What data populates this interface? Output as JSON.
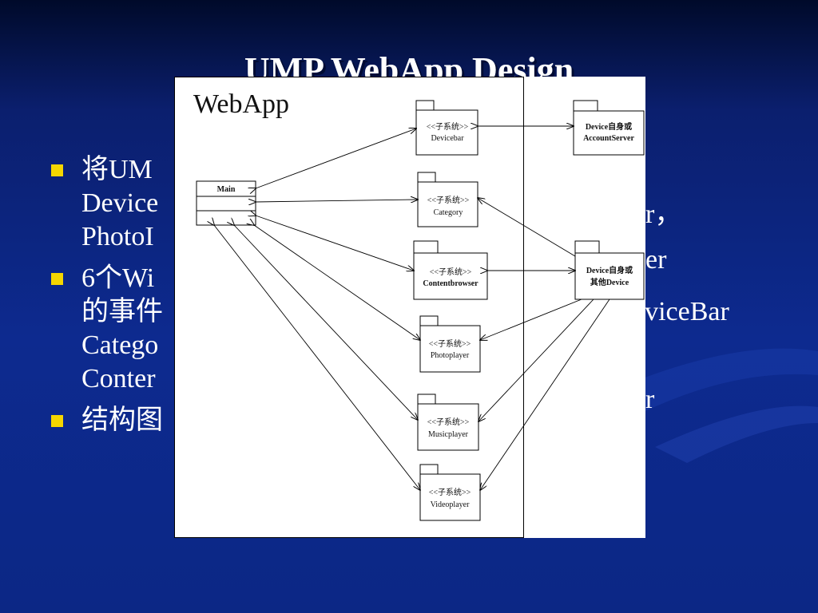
{
  "slide": {
    "title": "UMP WebApp Design",
    "bullets": [
      {
        "lines": [
          "将UM",
          "Device",
          "PhotoI"
        ]
      },
      {
        "lines": [
          "6个Wi",
          "的事件",
          "Catego",
          "Conter"
        ]
      },
      {
        "lines": [
          "结构图"
        ]
      }
    ],
    "right_fragments": [
      "r，",
      "er",
      "eviceBar",
      "r"
    ]
  },
  "diagram": {
    "frame_label": "WebApp",
    "stereotype": "<<子系统>>",
    "main_label": "Main",
    "subsystems": [
      {
        "label": "Devicebar"
      },
      {
        "label": "Category"
      },
      {
        "label": "Contentbrowser"
      },
      {
        "label": "Photoplayer"
      },
      {
        "label": "Musicplayer"
      },
      {
        "label": "Videoplayer"
      }
    ],
    "externals": [
      {
        "line1": "Device自身或",
        "line2": "AccountServer"
      },
      {
        "line1": "Device自身或",
        "line2": "其他Device"
      }
    ]
  }
}
